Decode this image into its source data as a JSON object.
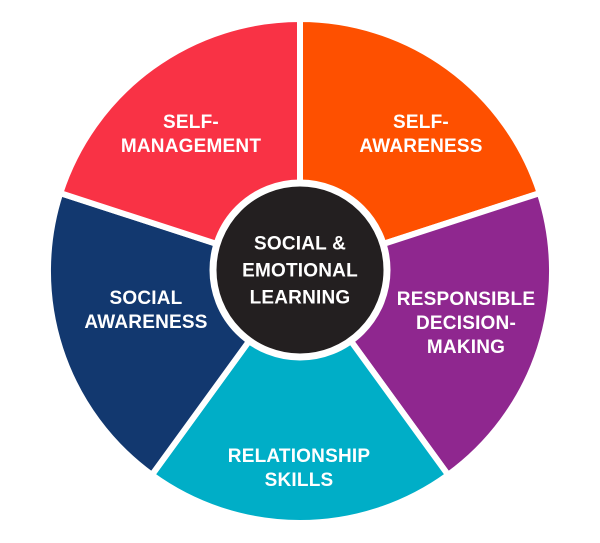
{
  "diagram": {
    "center": {
      "lines": [
        "SOCIAL &",
        "EMOTIONAL",
        "LEARNING"
      ],
      "color": "#231f20"
    },
    "segments": [
      {
        "id": "self-awareness",
        "lines": [
          "SELF-",
          "AWARENESS"
        ],
        "color": "#fe5000"
      },
      {
        "id": "responsible-decision-making",
        "lines": [
          "RESPONSIBLE",
          "DECISION-",
          "MAKING"
        ],
        "color": "#8f278f"
      },
      {
        "id": "relationship-skills",
        "lines": [
          "RELATIONSHIP",
          "SKILLS"
        ],
        "color": "#00aec7"
      },
      {
        "id": "social-awareness",
        "lines": [
          "SOCIAL",
          "AWARENESS"
        ],
        "color": "#12386f"
      },
      {
        "id": "self-management",
        "lines": [
          "SELF-",
          "MANAGEMENT"
        ],
        "color": "#f93245"
      }
    ]
  }
}
